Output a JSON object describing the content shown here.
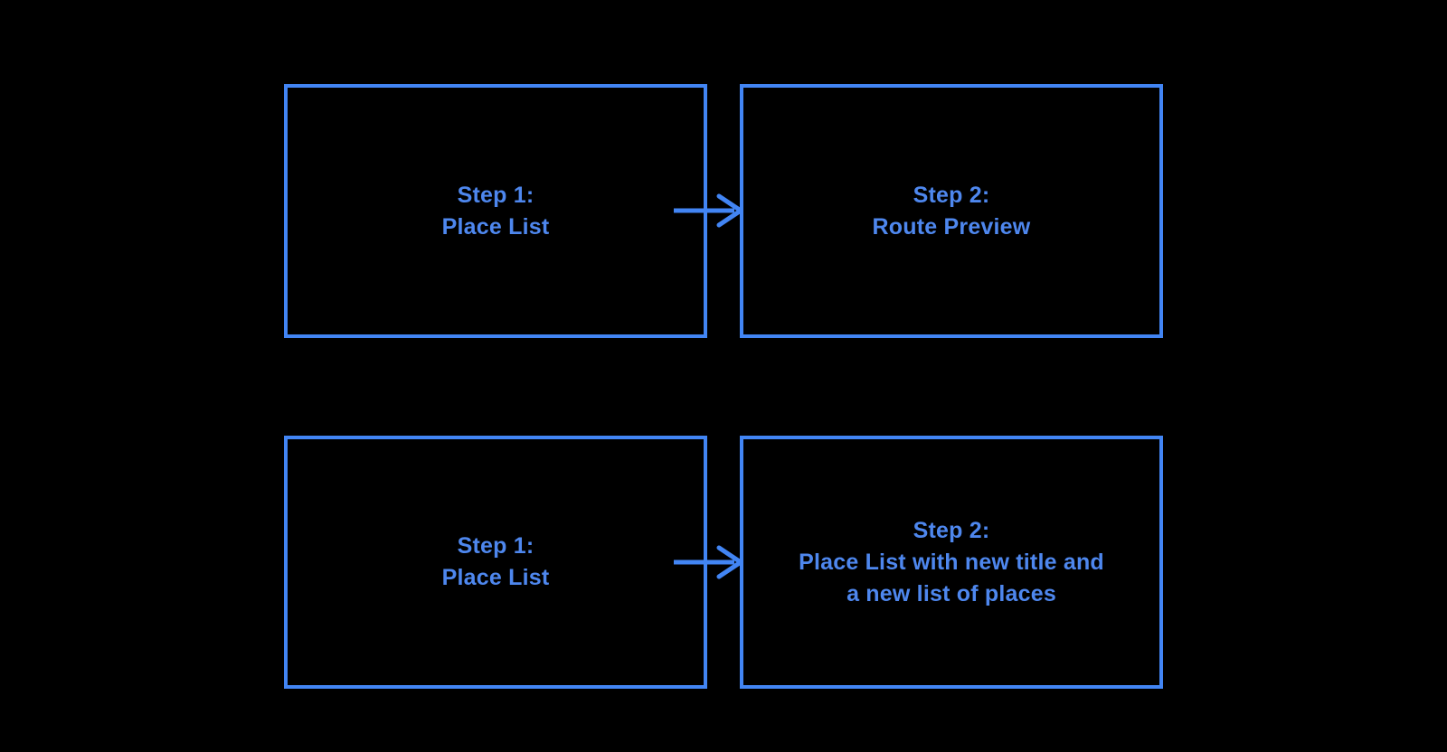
{
  "diagram": {
    "colors": {
      "background": "#000000",
      "box_border": "#4285F4",
      "arrow": "#4285F4",
      "text": "#4E87EE"
    },
    "rows": [
      {
        "source": {
          "lines": [
            "Step 1:",
            "Place List"
          ]
        },
        "connector": "arrow-right",
        "target": {
          "lines": [
            "Step 2:",
            "Route Preview"
          ]
        }
      },
      {
        "source": {
          "lines": [
            "Step 1:",
            "Place List"
          ]
        },
        "connector": "arrow-right",
        "target": {
          "lines": [
            "Step 2:",
            "Place List with new title and",
            "a new list of places"
          ]
        }
      }
    ]
  }
}
